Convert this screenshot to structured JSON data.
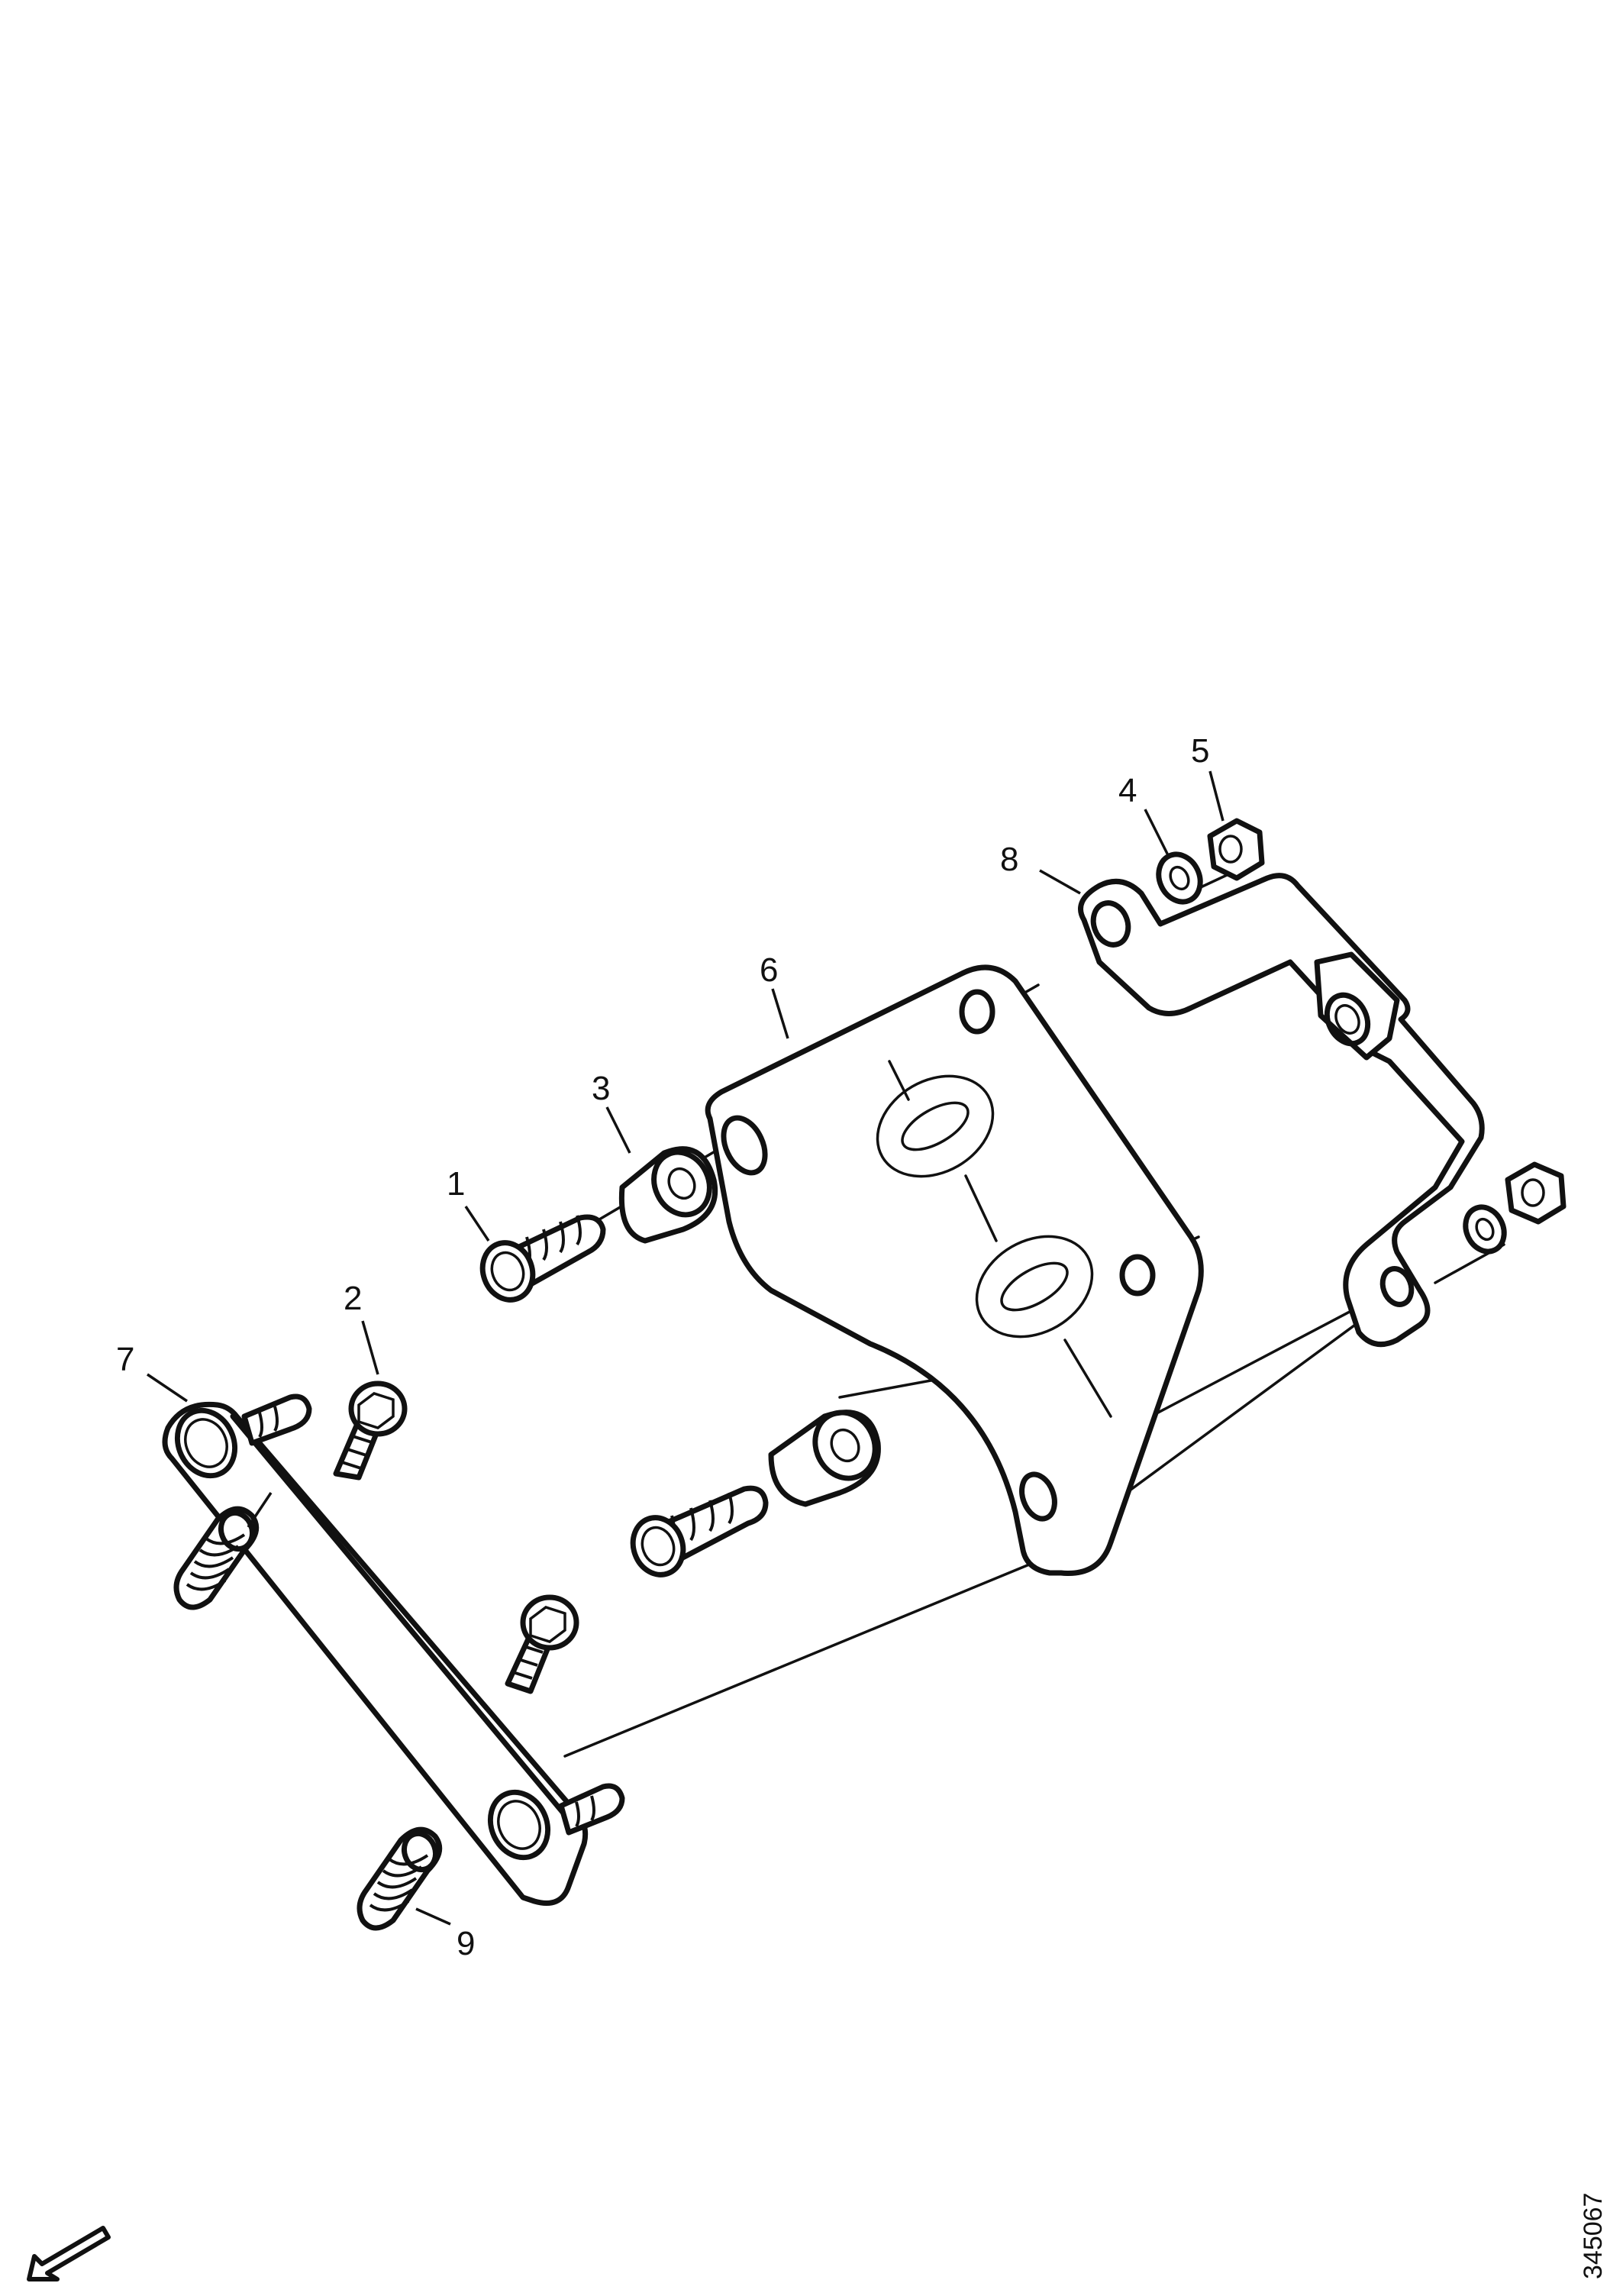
{
  "diagram": {
    "type": "exploded-parts-view",
    "background": "#ffffff",
    "line_color": "#111111",
    "reference_number": "345067",
    "orientation_arrow": "arrow-down-left-icon",
    "callouts": [
      {
        "id": "1",
        "label": "1",
        "part": "bolt"
      },
      {
        "id": "2",
        "label": "2",
        "part": "flange-bolt"
      },
      {
        "id": "3",
        "label": "3",
        "part": "spacer-sleeve"
      },
      {
        "id": "4",
        "label": "4",
        "part": "washer"
      },
      {
        "id": "5",
        "label": "5",
        "part": "hex-nut"
      },
      {
        "id": "6",
        "label": "6",
        "part": "mounting-bracket-plate"
      },
      {
        "id": "7",
        "label": "7",
        "part": "mounting-bar"
      },
      {
        "id": "8",
        "label": "8",
        "part": "stepped-bracket"
      },
      {
        "id": "9",
        "label": "9",
        "part": "rubber-isolator-spring"
      }
    ]
  }
}
